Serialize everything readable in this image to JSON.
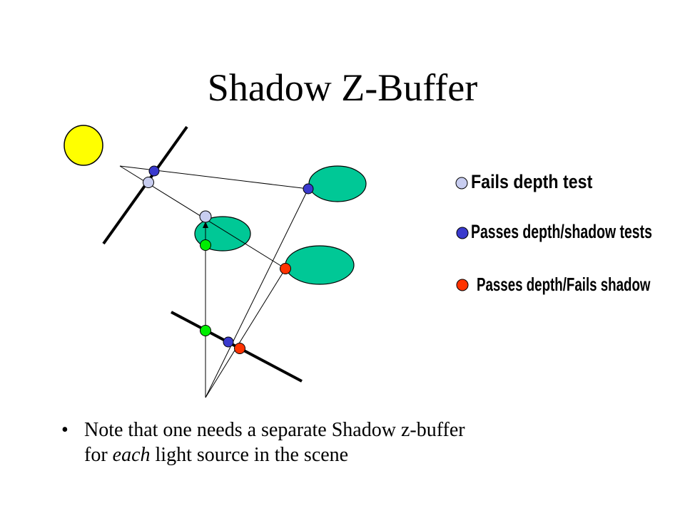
{
  "slide": {
    "title": "Shadow Z-Buffer",
    "bullet": {
      "text_before": "Note that one needs a separate Shadow z-buffer",
      "text_line2_prefix": "for ",
      "emphasis": "each",
      "text_after": " light source in the scene"
    }
  },
  "legend": [
    {
      "label": "Fails depth test",
      "color": "#c8cdf0"
    },
    {
      "label": "Passes depth/shadow tests",
      "color": "#3a3acd"
    },
    {
      "label": "Passes depth/Fails shadow",
      "color": "#ff3300"
    }
  ],
  "colors": {
    "light": "#ffff00",
    "objects": "#00c896",
    "pass_shadow": "#00ee00",
    "fails_depth": "#c8cdf0",
    "passes": "#3a3acd",
    "fails_shadow": "#ff3300"
  }
}
